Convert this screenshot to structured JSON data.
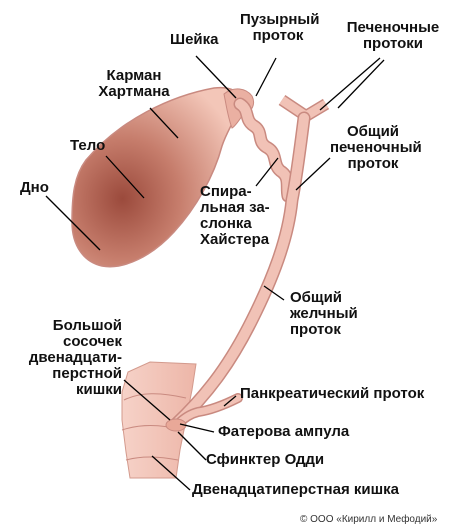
{
  "labels": {
    "neck": "Шейка",
    "cystic_duct": [
      "Пузырный",
      "проток"
    ],
    "hepatic_ducts": [
      "Печеночные",
      "протоки"
    ],
    "hartmann_pouch": [
      "Карман",
      "Хартмана"
    ],
    "body": "Тело",
    "fundus": "Дно",
    "common_hepatic_duct": [
      "Общий",
      "печеночный",
      "проток"
    ],
    "heister_valve": [
      "Спира-",
      "льная за-",
      "слонка",
      "Хайстера"
    ],
    "common_bile_duct": [
      "Общий",
      "желчный",
      "проток"
    ],
    "major_papilla": [
      "Большой",
      "сосочек",
      "двенадцати-",
      "перстной",
      "кишки"
    ],
    "pancreatic_duct": "Панкреатический проток",
    "vater_ampulla": "Фатерова ампула",
    "oddi_sphincter": "Сфинктер Одди",
    "duodenum": "Двенадцатиперстная кишка"
  },
  "copyright": "© ООО «Кирилл и Мефодий»",
  "colors": {
    "organ_fill": "#f1c2b6",
    "organ_outline": "#c98a80",
    "gallbladder_dark": "#9b4a3c",
    "leader_line": "#000000"
  }
}
